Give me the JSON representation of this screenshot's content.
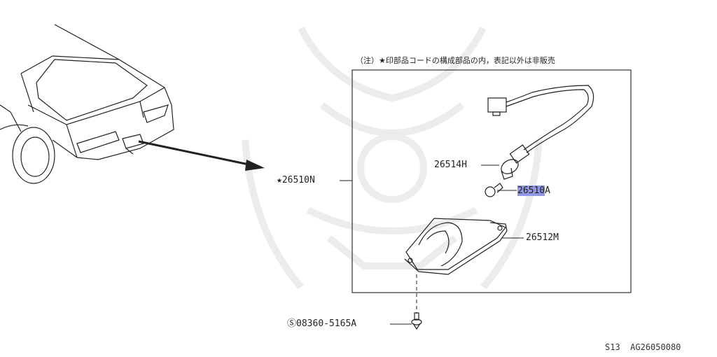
{
  "note": "（注）★印部品コードの構成部品の内，表記以外は非販売",
  "parts": {
    "assembly": {
      "prefix": "★",
      "number": "26510N"
    },
    "socket": {
      "number": "26514H"
    },
    "bulb": {
      "number_highlighted": "26510",
      "number_suffix": "A"
    },
    "lamp_body": {
      "number": "26512M"
    },
    "screw": {
      "prefix": "Ⓢ",
      "number": "08360-5165A"
    }
  },
  "footer": {
    "model": "S13",
    "diagram_code": "AG26050080"
  },
  "colors": {
    "line": "#222222",
    "highlight": "#8f97e6",
    "watermark": "#ececec"
  }
}
